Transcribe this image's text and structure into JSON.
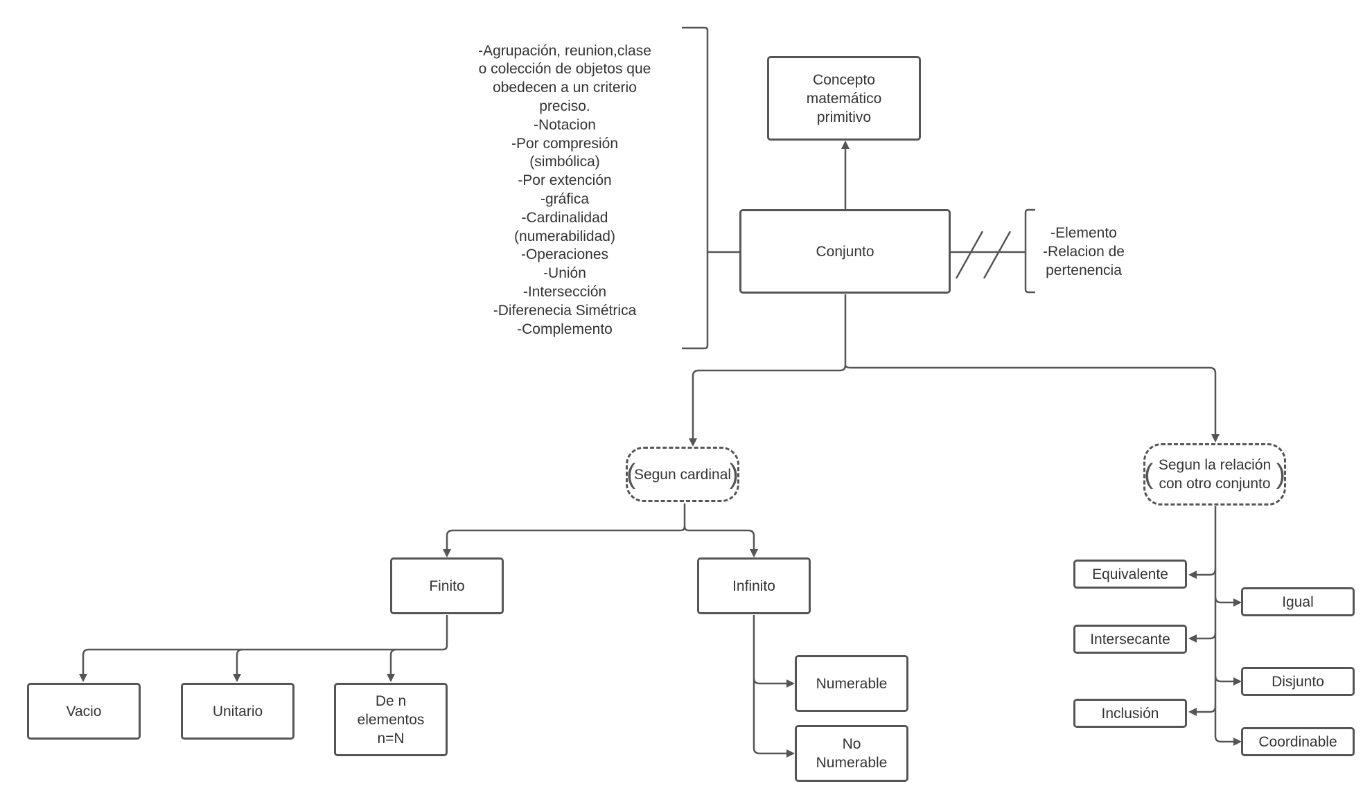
{
  "colors": {
    "stroke": "#555555",
    "text": "#333333",
    "background": "#ffffff"
  },
  "nodes": {
    "concepto": "Concepto\nmatemático\nprimitivo",
    "conjunto": "Conjunto",
    "descripcion": "-Agrupación, reunion,clase\no colección de objetos que\nobedecen a un criterio\npreciso.\n-Notacion\n-Por compresión\n(simbólica)\n-Por extención\n-gráfica\n-Cardinalidad\n(numerabilidad)\n-Operaciones\n-Unión\n-Intersección\n-Diferenecia Simétrica\n-Complemento",
    "no_definidos": "-Elemento\n-Relacion de\npertenencia",
    "segun_cardinal": "Segun cardinal",
    "segun_relacion": "Segun la relación\ncon otro conjunto",
    "finito": "Finito",
    "infinito": "Infinito",
    "vacio": "Vacio",
    "unitario": "Unitario",
    "de_n": "De n\nelementos\nn=N",
    "numerable": "Numerable",
    "no_numerable": "No\nNumerable",
    "equivalente": "Equivalente",
    "intersecante": "Intersecante",
    "inclusion": "Inclusión",
    "igual": "Igual",
    "disjunto": "Disjunto",
    "coordinable": "Coordinable"
  }
}
